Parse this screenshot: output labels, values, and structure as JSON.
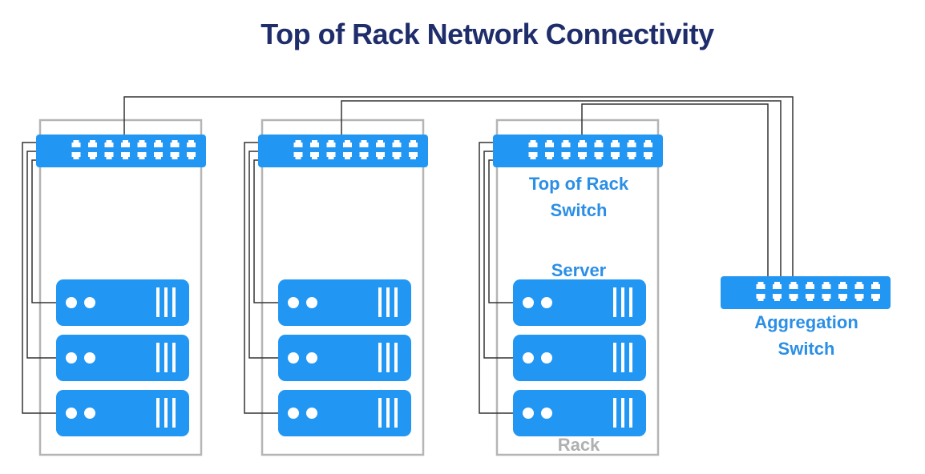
{
  "title": "Top of Rack Network Connectivity",
  "colors": {
    "title": "#1f2d6b",
    "device_blue": "#2196f3",
    "label_blue": "#2b8fe6",
    "rack_outline": "#b5b5b5",
    "rack_label": "#b0b0b0",
    "cable": "#333333"
  },
  "racks": [
    {
      "id": "rack-1",
      "servers": 3,
      "tor_ports_per_row": 8
    },
    {
      "id": "rack-2",
      "servers": 3,
      "tor_ports_per_row": 8
    },
    {
      "id": "rack-3",
      "servers": 3,
      "tor_ports_per_row": 8
    }
  ],
  "aggregation": {
    "ports_per_row": 8,
    "uplinks": 3
  },
  "labels": {
    "tor_switch_line1": "Top of Rack",
    "tor_switch_line2": "Switch",
    "server": "Server",
    "rack": "Rack",
    "aggregation_line1": "Aggregation",
    "aggregation_line2": "Switch"
  }
}
